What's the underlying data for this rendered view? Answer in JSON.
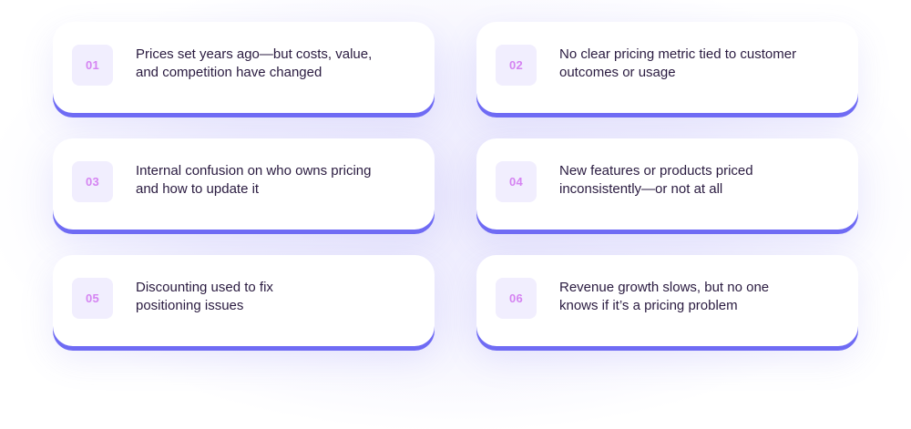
{
  "colors": {
    "card_background": "#ffffff",
    "card_accent_border": "#6f6bf4",
    "badge_background": "#f1eefe",
    "badge_text": "#d584f2",
    "body_text": "#2a1b40",
    "page_glow": "#eceafd"
  },
  "cards": [
    {
      "number": "01",
      "lines": [
        "Prices set years ago—but costs, value,",
        "and competition have changed"
      ]
    },
    {
      "number": "02",
      "lines": [
        "No clear pricing metric tied to customer",
        "outcomes or usage"
      ]
    },
    {
      "number": "03",
      "lines": [
        "Internal confusion on who owns pricing",
        "and how to update it"
      ]
    },
    {
      "number": "04",
      "lines": [
        "New features or products priced",
        "inconsistently—or not at all"
      ]
    },
    {
      "number": "05",
      "lines": [
        "Discounting used to fix",
        "positioning issues"
      ]
    },
    {
      "number": "06",
      "lines": [
        "Revenue growth slows, but no one",
        "knows if it’s a pricing problem"
      ]
    }
  ]
}
